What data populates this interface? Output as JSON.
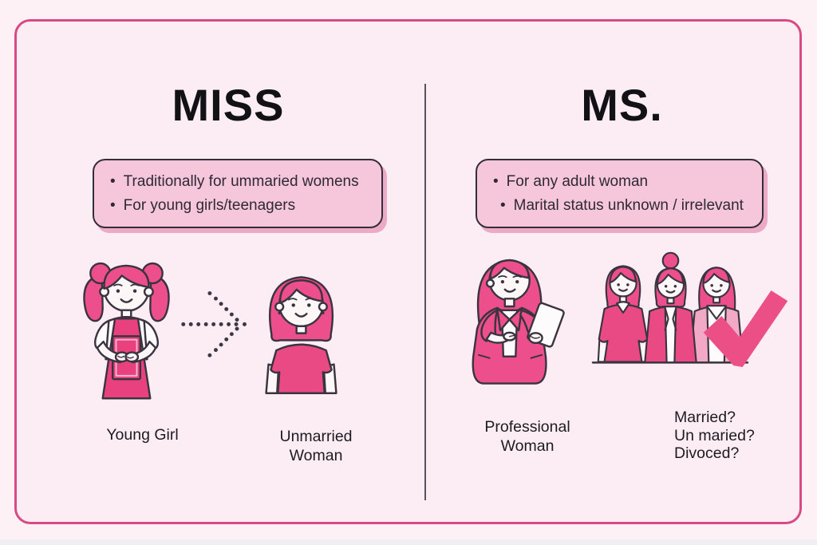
{
  "left_panel": {
    "title": "MISS",
    "bullets": [
      "Traditionally for ummaried womens",
      "For young girls/teenagers"
    ],
    "girl_label": "Young Girl",
    "woman_label": "Unmarried Woman"
  },
  "right_panel": {
    "title": "MS.",
    "bullets": [
      "For any adult woman",
      "Marital status unknown / irrelevant"
    ],
    "professional_label": "Professional Woman",
    "questions": [
      "Married?",
      "Un maried?",
      "Divoced?"
    ]
  },
  "icons": {
    "young_girl": "young-girl-with-book-illustration",
    "arrow": "dotted-right-arrow-icon",
    "unmarried_woman": "unmarried-woman-illustration",
    "professional_woman": "professional-woman-with-tablet-illustration",
    "women_group": "three-women-group-illustration",
    "checkmark": "pink-checkmark-icon"
  },
  "colors": {
    "frame_border": "#d84a84",
    "background": "#fdf1f6",
    "panel_background": "#fcecf3",
    "callout_fill": "#f6c6da",
    "callout_border": "#332e3a",
    "callout_shadow": "#edaac7",
    "title_text": "#121116",
    "body_text": "#2e2936",
    "illustration_pink": "#ec4f8b",
    "illustration_deep_pink": "#e8417e",
    "illustration_light_pink": "#f2a9c6",
    "checkmark_pink": "#ec4e86",
    "divider": "#57525b"
  }
}
